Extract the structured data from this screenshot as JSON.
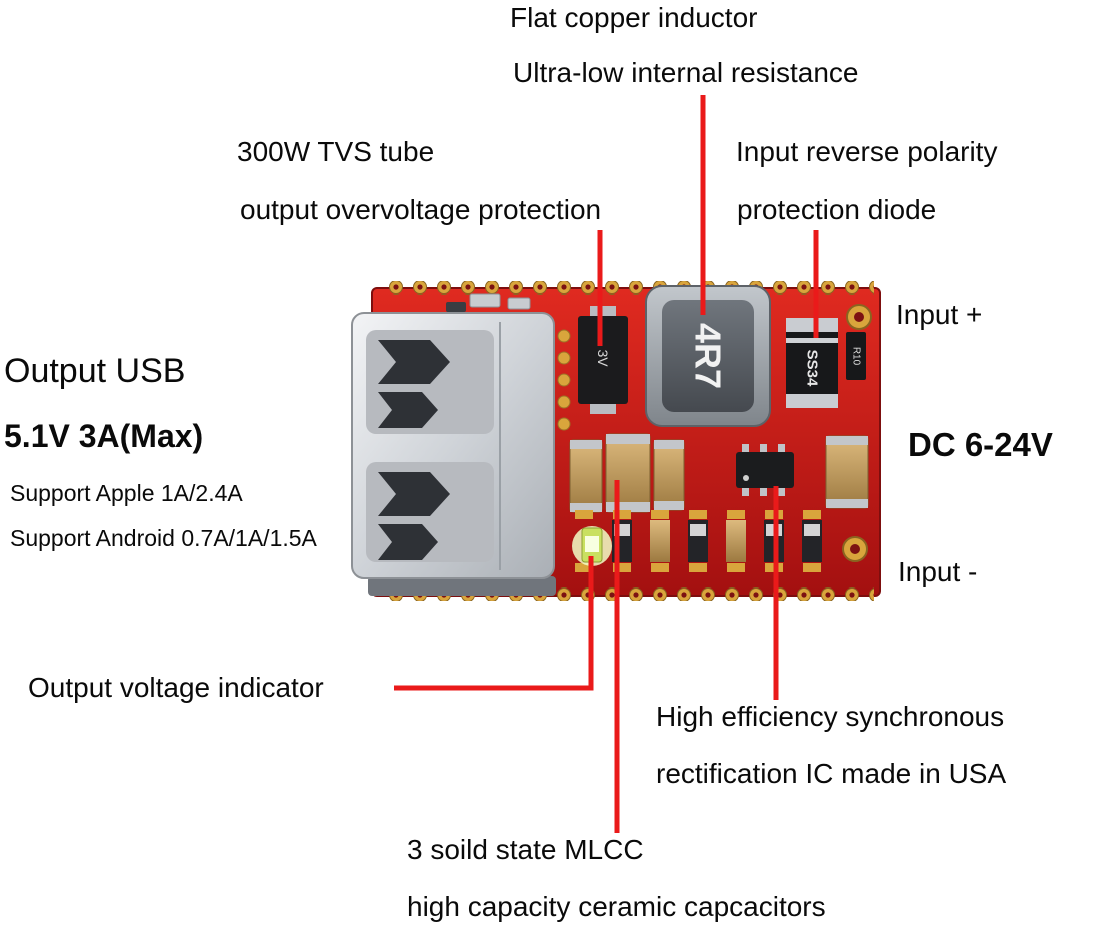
{
  "annotations": {
    "inductor": {
      "line1": "Flat copper inductor",
      "line2": "Ultra-low internal resistance"
    },
    "tvs": {
      "line1": "300W TVS tube",
      "line2": "output overvoltage protection"
    },
    "diode": {
      "line1": "Input reverse polarity",
      "line2": "protection diode"
    },
    "indicator": {
      "line1": "Output voltage indicator"
    },
    "ic": {
      "line1": "High efficiency synchronous",
      "line2": "rectification IC made in USA"
    },
    "mlcc": {
      "line1": "3 soild state MLCC",
      "line2": "high capacity ceramic capcacitors"
    }
  },
  "output": {
    "title": "Output USB",
    "spec": "5.1V 3A(Max)",
    "support_apple": "Support Apple 1A/2.4A",
    "support_android": "Support Android 0.7A/1A/1.5A"
  },
  "input": {
    "plus": "Input +",
    "range": "DC 6-24V",
    "minus": "Input -"
  },
  "board_markings": {
    "inductor": "4R7",
    "diode": "SS34",
    "tvs": "3V",
    "resistor": "R10"
  },
  "colors": {
    "annotation_line": "#ea1a1a",
    "board_red": "#c81818",
    "pad_gold": "#d9a53c",
    "connector_silver": "#c9ccd1"
  }
}
